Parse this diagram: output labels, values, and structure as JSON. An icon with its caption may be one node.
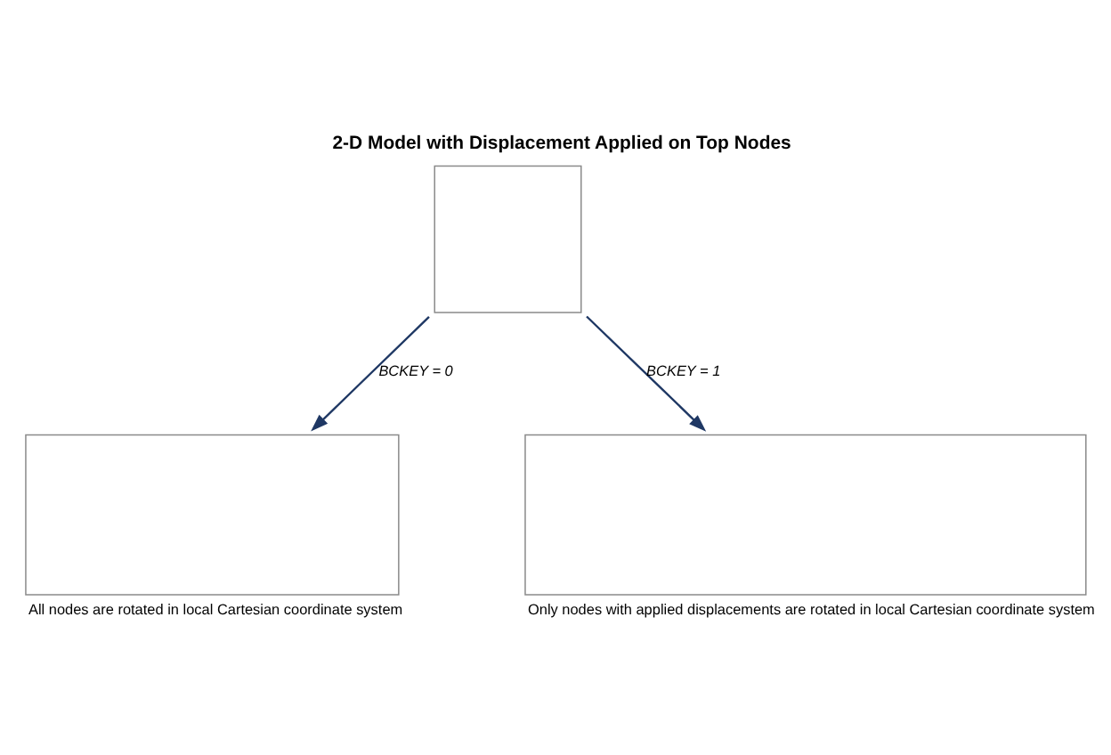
{
  "diagram": {
    "title": "2-D Model with Displacement Applied on Top Nodes",
    "nodes": [
      {
        "text": [],
        "shape": "box"
      },
      {
        "text": [],
        "shape": "box",
        "beside": [
          "All nodes are rotated in local Cartesian coordinate system"
        ]
      },
      {
        "text": [],
        "shape": "box",
        "beside": [
          "Only nodes with applied displacements are rotated in local Cartesian coordinate system"
        ]
      }
    ],
    "edges": [
      {
        "from": 0,
        "to": 1,
        "arrow": "to",
        "label": "BCKEY = 0"
      },
      {
        "from": 0,
        "to": 2,
        "arrow": "to",
        "label": "BCKEY = 1"
      }
    ]
  }
}
